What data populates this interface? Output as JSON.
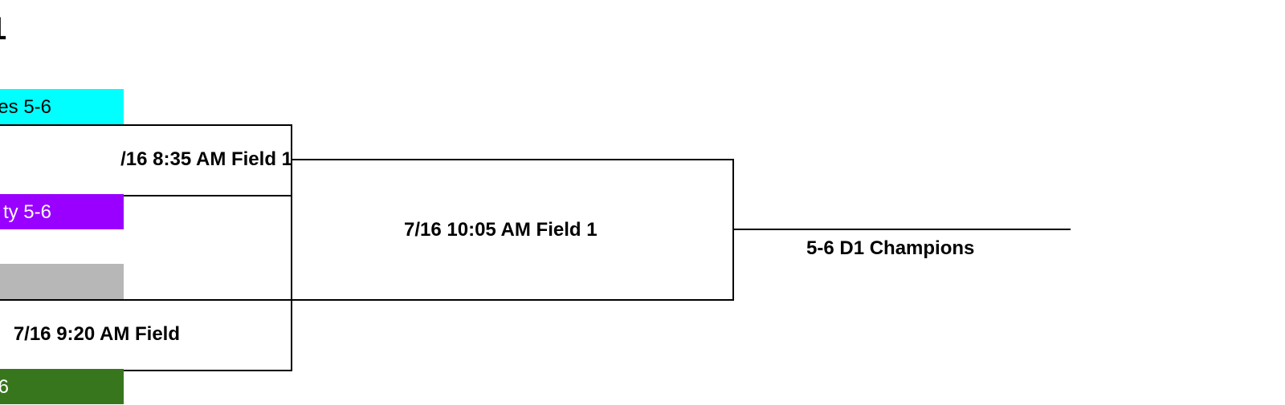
{
  "bracket": {
    "title": "1",
    "teams": [
      {
        "label": "es 5-6",
        "color": "#00ffff"
      },
      {
        "label": "ty 5-6",
        "color": "#9900ff"
      },
      {
        "label": "",
        "color": "#b7b7b7"
      },
      {
        "label": "6",
        "color": "#38761d"
      }
    ],
    "games": [
      {
        "label": "/16 8:35 AM Field 1"
      },
      {
        "label": "7/16 9:20 AM Field"
      },
      {
        "label": "7/16 10:05 AM Field 1"
      }
    ],
    "champion_label": "5-6 D1 Champions"
  }
}
